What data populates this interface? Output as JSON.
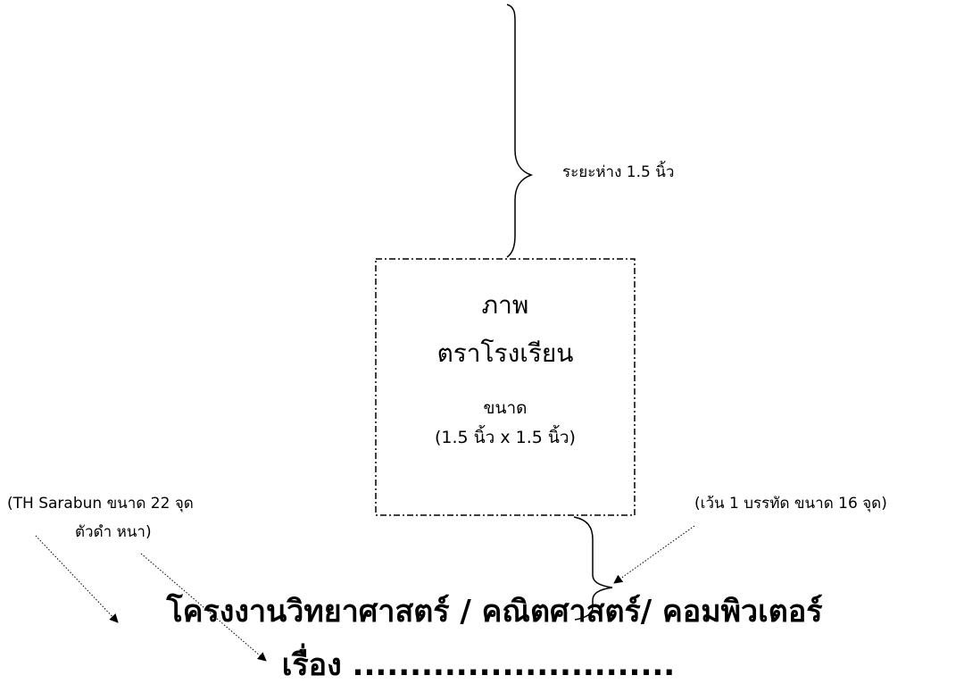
{
  "brace_note": "ระยะห่าง 1.5 นิ้ว",
  "logo_placeholder": {
    "line1": "ภาพ",
    "line2": "ตราโรงเรียน",
    "size_label": "ขนาด",
    "size_value": "(1.5 นิ้ว x 1.5 นิ้ว)"
  },
  "left_note": {
    "line1": "(TH Sarabun  ขนาด 22 จุด",
    "line2": "ตัวดำ หนา)"
  },
  "right_note": "(เว้น 1 บรรทัด  ขนาด 16 จุด)",
  "heading": {
    "line1": "โครงงานวิทยาศาสตร์ / คณิตศาสตร์/ คอมพิวเตอร์",
    "line2": "เรื่อง ............................"
  }
}
